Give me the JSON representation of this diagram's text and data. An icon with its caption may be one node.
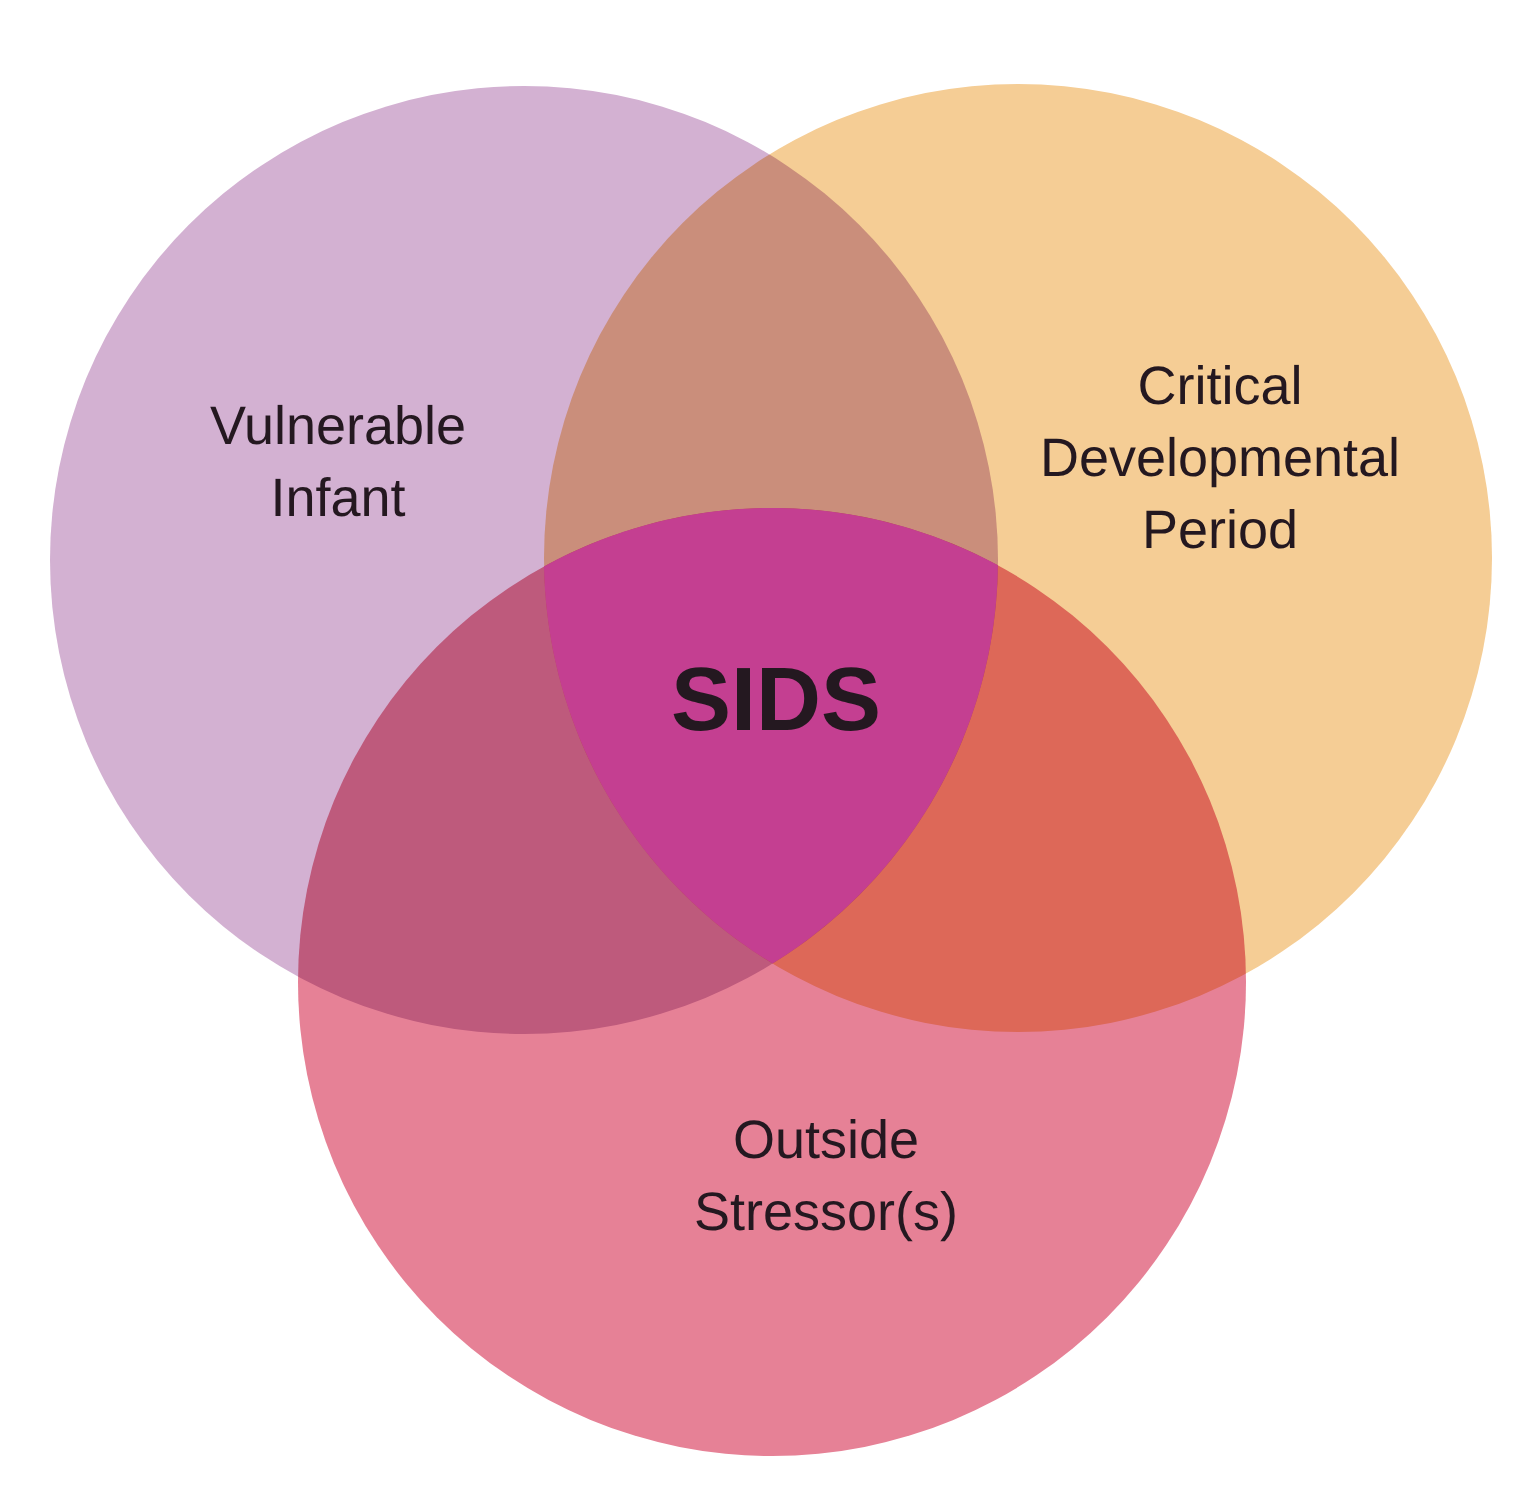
{
  "diagram": {
    "nodes": [
      {
        "text": [
          "Vulnerable Infant"
        ]
      },
      {
        "text": [
          "Critical Developmental Period"
        ]
      },
      {
        "text": [
          "SIDS"
        ]
      },
      {
        "text": [
          "Outside Stressor(s)"
        ]
      }
    ]
  }
}
